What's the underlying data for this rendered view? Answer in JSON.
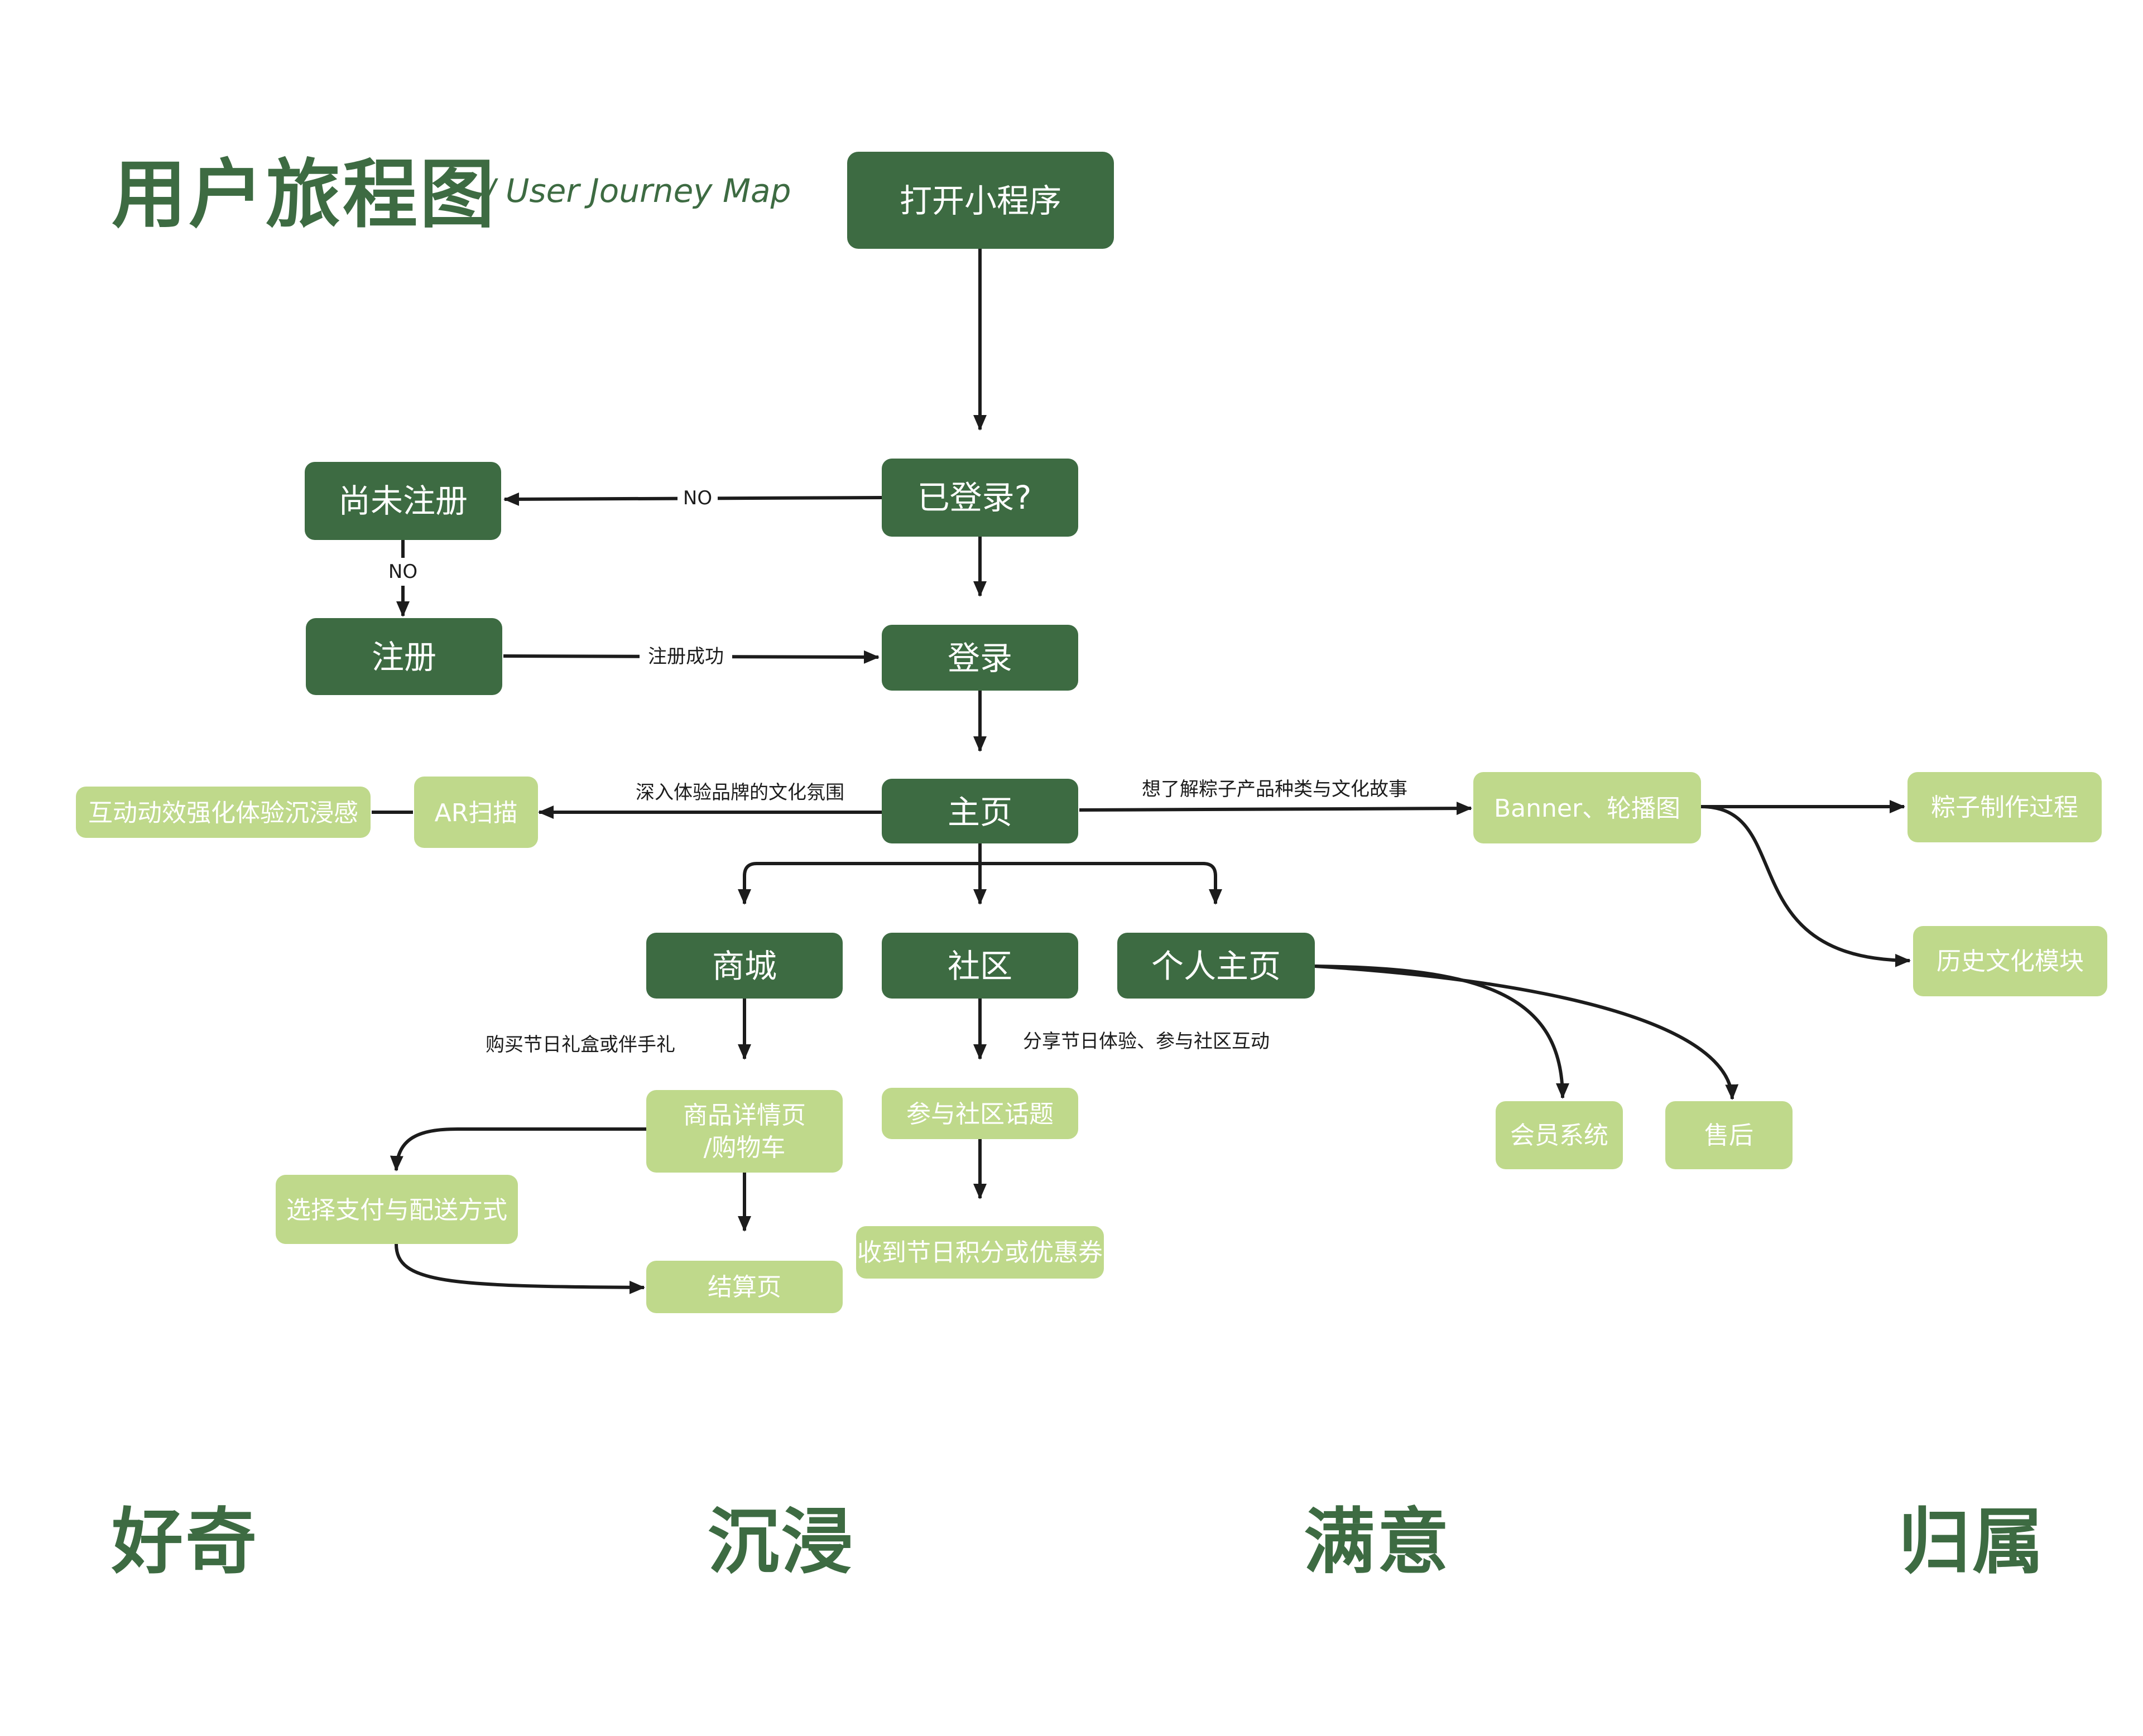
{
  "header": {
    "title": "用户旅程图",
    "subtitle": "/ User Journey Map"
  },
  "nodes": {
    "open": "打开小程序",
    "logged_in": "已登录?",
    "not_registered": "尚未注册",
    "register": "注册",
    "login": "登录",
    "home": "主页",
    "ar_scan": "AR扫描",
    "interactive_fx": "互动动效强化体验沉浸感",
    "banner": "Banner、轮播图",
    "zongzi_process": "粽子制作过程",
    "history_module": "历史文化模块",
    "mall": "商城",
    "community": "社区",
    "profile": "个人主页",
    "product_detail_line1": "商品详情页",
    "product_detail_line2": "/购物车",
    "payment": "选择支付与配送方式",
    "checkout": "结算页",
    "join_topic": "参与社区话题",
    "receive_points": "收到节日积分或优惠券",
    "membership": "会员系统",
    "after_sales": "售后"
  },
  "edge_labels": {
    "no_to_unregistered": "NO",
    "no_to_register": "NO",
    "register_success": "注册成功",
    "immersive_culture": "深入体验品牌的文化氛围",
    "learn_products": "想了解粽子产品种类与文化故事",
    "buy_gift": "购买节日礼盒或伴手礼",
    "share_experience": "分享节日体验、参与社区互动"
  },
  "stages": [
    "好奇",
    "沉浸",
    "满意",
    "归属"
  ],
  "colors": {
    "dark_node": "#3d6b42",
    "light_node": "#bfd98b",
    "edge": "#1c1c1c",
    "heading": "#3d6b42"
  }
}
